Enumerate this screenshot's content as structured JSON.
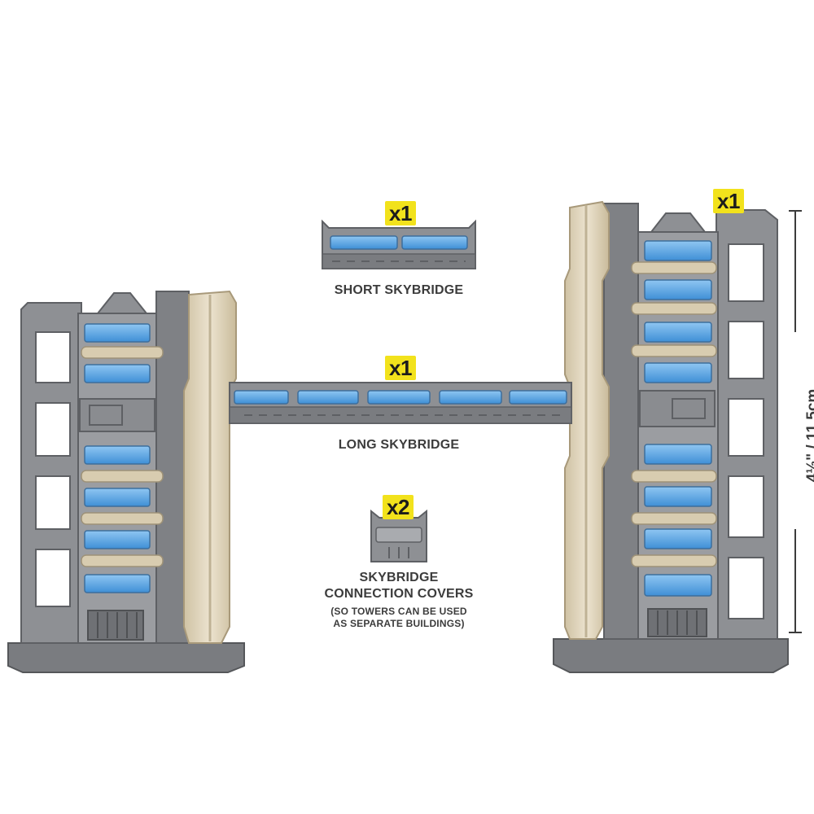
{
  "components": {
    "short_skybridge": {
      "quantity": "x1",
      "label": "SHORT SKYBRIDGE"
    },
    "long_skybridge": {
      "quantity": "x1",
      "label": "LONG SKYBRIDGE"
    },
    "connection_covers": {
      "quantity": "x2",
      "label_line1": "SKYBRIDGE",
      "label_line2": "CONNECTION COVERS",
      "note_line1": "(SO TOWERS CAN BE USED",
      "note_line2": "AS SEPARATE BUILDINGS)"
    },
    "right_tower": {
      "quantity": "x1"
    }
  },
  "dimension": {
    "label": "4½\" / 11.5cm"
  },
  "colors": {
    "grey_plastic": "#8b8d91",
    "grey_dark": "#5e6064",
    "grey_light": "#a9abaf",
    "window_blue": "#5aa8e6",
    "cream_pillar": "#d9cdb2",
    "badge_yellow": "#f2e21c",
    "text": "#3c3c3c"
  }
}
